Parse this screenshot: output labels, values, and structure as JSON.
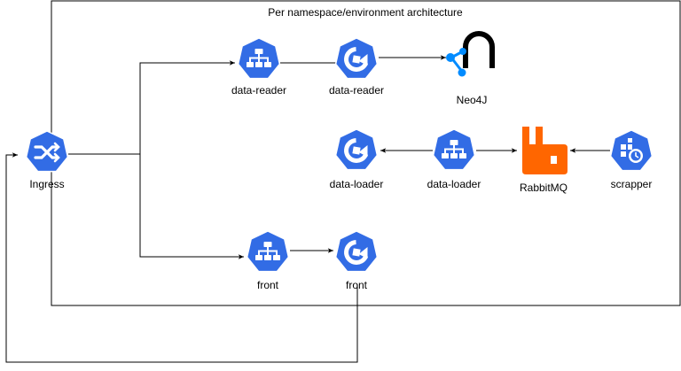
{
  "title": "Per namespace/environment architecture",
  "nodes": {
    "ingress": {
      "label": "Ingress",
      "icon": "k8s-ingress-icon"
    },
    "data_reader_svc": {
      "label": "data-reader",
      "icon": "k8s-service-icon"
    },
    "data_reader_deploy": {
      "label": "data-reader",
      "icon": "k8s-deployment-icon"
    },
    "neo4j": {
      "label": "Neo4J",
      "icon": "neo4j-logo-icon"
    },
    "data_loader_deploy": {
      "label": "data-loader",
      "icon": "k8s-deployment-icon"
    },
    "data_loader_svc": {
      "label": "data-loader",
      "icon": "k8s-service-icon"
    },
    "rabbitmq": {
      "label": "RabbitMQ",
      "icon": "rabbitmq-logo-icon"
    },
    "scrapper": {
      "label": "scrapper",
      "icon": "k8s-cronjob-icon"
    },
    "front_svc": {
      "label": "front",
      "icon": "k8s-service-icon"
    },
    "front_deploy": {
      "label": "front",
      "icon": "k8s-deployment-icon"
    }
  },
  "colors": {
    "k8s_blue": "#326CE5",
    "rabbitmq_orange": "#FF6600",
    "neo4j_blue": "#018BFF",
    "line": "#000000"
  }
}
